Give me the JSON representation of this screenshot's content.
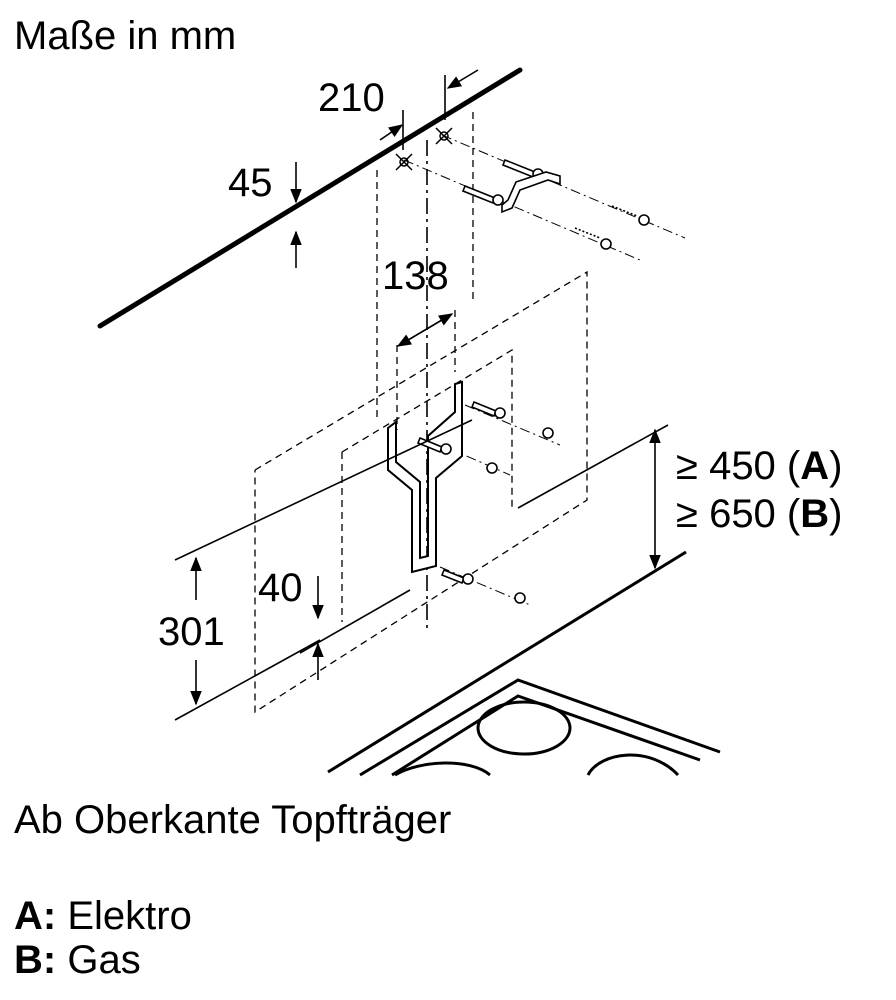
{
  "title": "Maße in mm",
  "caption": "Ab Oberkante Topfträger",
  "dimensions": {
    "d210": "210",
    "d45": "45",
    "d138": "138",
    "d40": "40",
    "d301": "301",
    "min_a_prefix": "≥ 450 (",
    "min_a_letter": "A",
    "min_a_suffix": ")",
    "min_b_prefix": "≥ 650 (",
    "min_b_letter": "B",
    "min_b_suffix": ")"
  },
  "legend": [
    {
      "key": "A:",
      "label": "Elektro"
    },
    {
      "key": "B:",
      "label": "Gas"
    }
  ]
}
